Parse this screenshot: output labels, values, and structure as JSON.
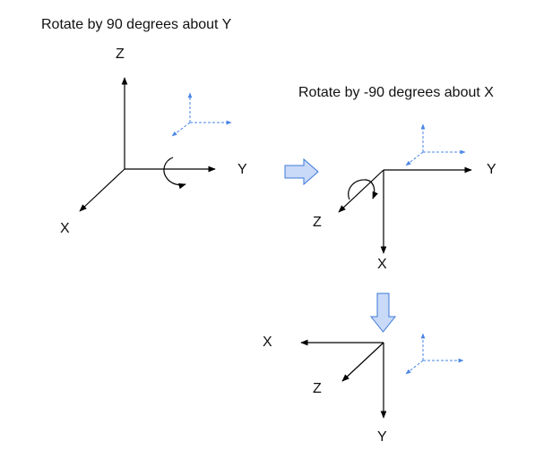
{
  "steps": [
    {
      "caption": "Rotate by 90 degrees about Y",
      "axes": {
        "up": "Z",
        "right": "Y",
        "diag": "X"
      }
    },
    {
      "caption": "Rotate by -90 degrees about X",
      "axes": {
        "right": "Y",
        "diag": "Z",
        "down": "X"
      }
    },
    {
      "caption": "",
      "axes": {
        "left": "X",
        "diag": "Z",
        "down": "Y"
      }
    }
  ],
  "colors": {
    "axis": "#000000",
    "reference_frame": "#4a86e8",
    "transition_arrow_fill": "#c9daf8",
    "transition_arrow_stroke": "#3c78d8"
  },
  "icons": [
    "rotation-arrow-icon",
    "transition-arrow-right-icon",
    "transition-arrow-down-icon"
  ]
}
